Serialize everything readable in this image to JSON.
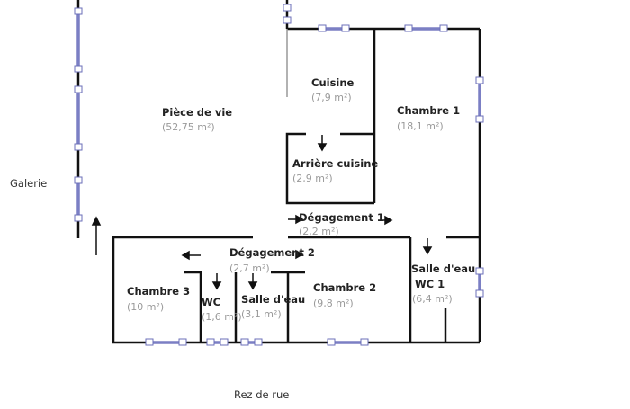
{
  "plan": {
    "floor_label": "Rez de rue",
    "outside_label": "Galerie",
    "rooms": [
      {
        "name": "Pièce de vie",
        "area": "(52,75 m²)"
      },
      {
        "name": "Cuisine",
        "area": "(7,9 m²)"
      },
      {
        "name": "Chambre 1",
        "area": "(18,1 m²)"
      },
      {
        "name": "Arrière cuisine",
        "area": "(2,9 m²)"
      },
      {
        "name": "Dégagement 1",
        "area": "(2,2 m²)"
      },
      {
        "name": "Dégagement 2",
        "area": "(2,7 m²)"
      },
      {
        "name": "Chambre 3",
        "area": "(10 m²)"
      },
      {
        "name": "WC",
        "area": "(1,6 m²)"
      },
      {
        "name": "Salle d'eau",
        "area": "(3,1 m²)"
      },
      {
        "name": "Chambre 2",
        "area": "(9,8 m²)"
      },
      {
        "name": "Salle d'eau",
        "name2": "WC 1",
        "area": "(6,4 m²)"
      }
    ],
    "colors": {
      "wall": "#111111",
      "window": "#7b7fc4",
      "area_text": "#9a9a9a"
    }
  }
}
